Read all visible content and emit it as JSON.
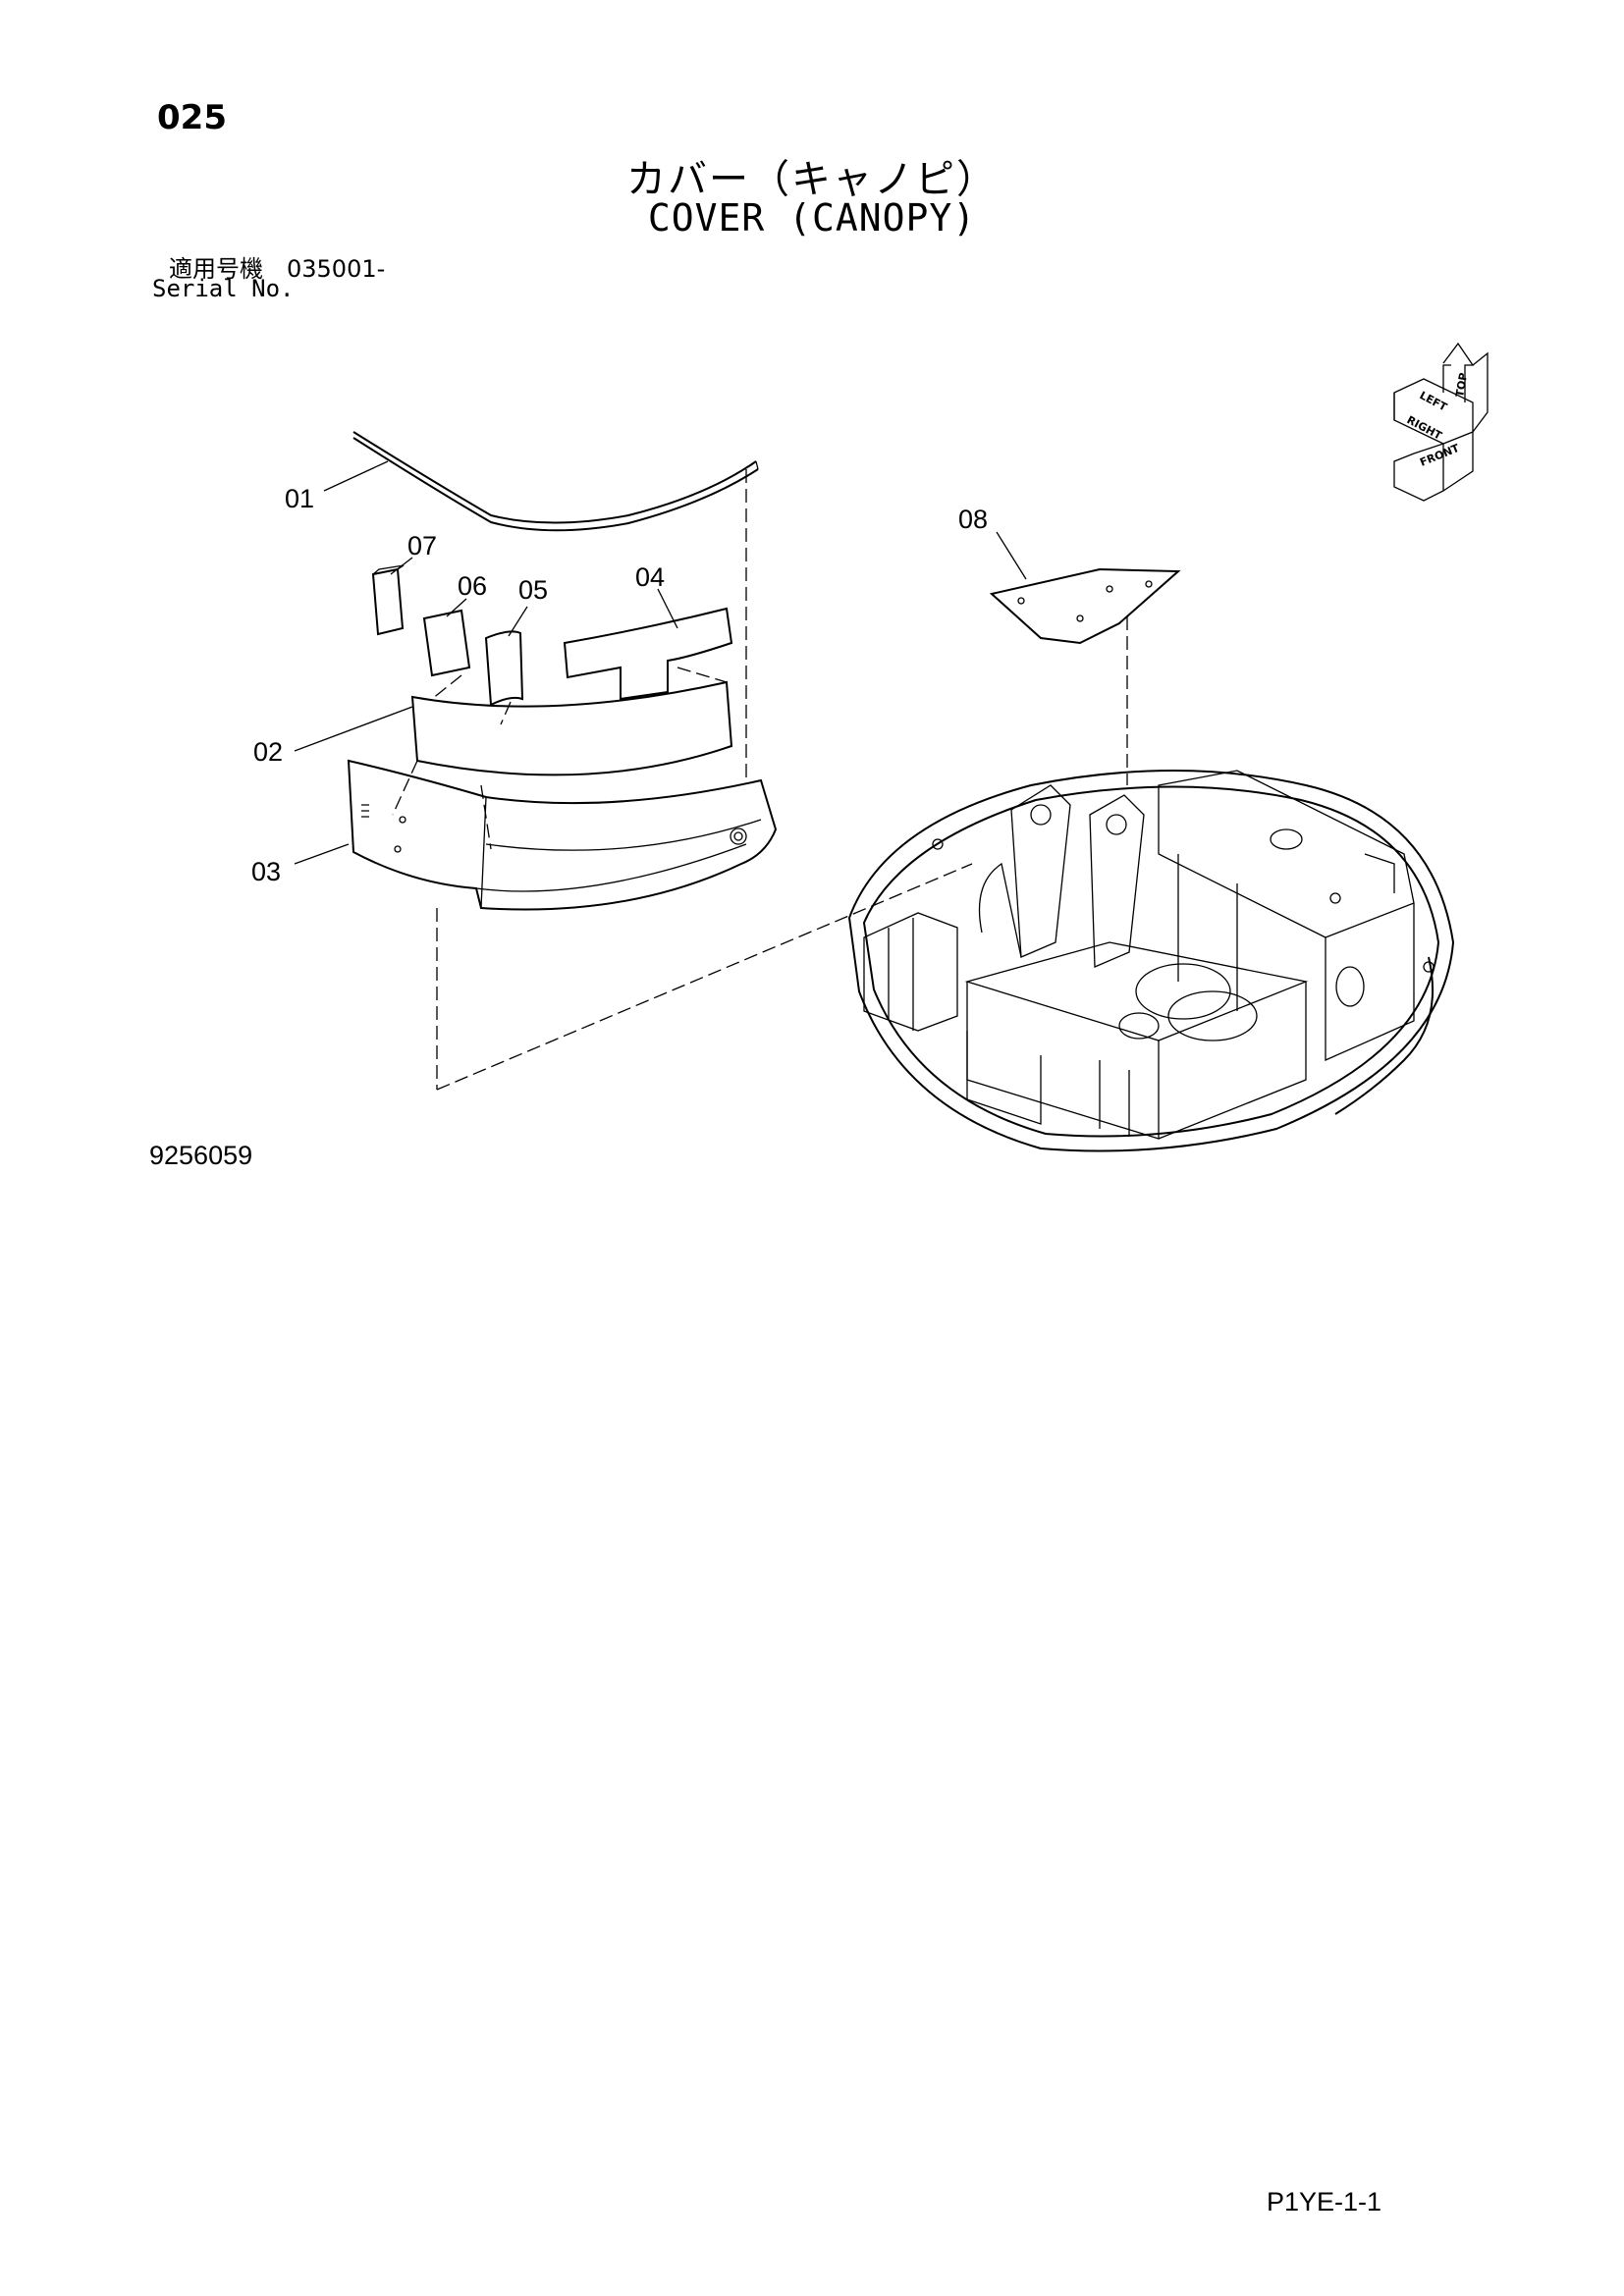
{
  "header": {
    "page_number": "025",
    "title_jp": "カバー（キャノピ）",
    "title_en": "COVER (CANOPY)",
    "serial_jp": "適用号機　035001-",
    "serial_en": "Serial No."
  },
  "callouts": [
    "01",
    "02",
    "03",
    "04",
    "05",
    "06",
    "07",
    "08"
  ],
  "orientation": {
    "top": "TOP",
    "right": "RIGHT",
    "left": "LEFT",
    "front": "FRONT"
  },
  "footer": {
    "figure_number": "9256059",
    "page_code": "P1YE-1-1"
  }
}
